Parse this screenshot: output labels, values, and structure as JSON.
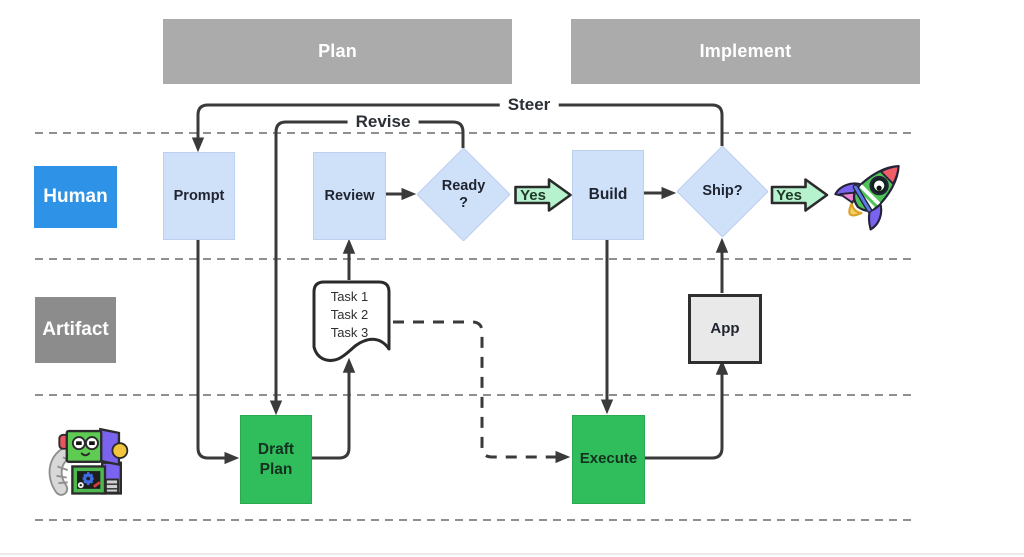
{
  "diagram": {
    "title_hint": "plan-implement agent workflow flowchart",
    "phases": [
      {
        "label": "Plan"
      },
      {
        "label": "Implement"
      }
    ],
    "lanes": {
      "human": {
        "label": "Human"
      },
      "artifact": {
        "label": "Artifact"
      },
      "agent": {
        "icon": "robot-icon"
      }
    },
    "nodes": {
      "prompt": {
        "label": "Prompt",
        "shape": "rect",
        "fill": "#cfe0f9"
      },
      "review": {
        "label": "Review",
        "shape": "rect",
        "fill": "#cfe0f9"
      },
      "ready": {
        "line1": "Ready",
        "line2": "?",
        "shape": "diamond",
        "fill": "#cfe0f9"
      },
      "build": {
        "label": "Build",
        "shape": "rect",
        "fill": "#cfe0f9"
      },
      "ship": {
        "label": "Ship?",
        "shape": "diamond",
        "fill": "#cfe0f9"
      },
      "tasks": {
        "line1": "Task 1",
        "line2": "Task 2",
        "line3": "Task 3",
        "shape": "document",
        "fill": "#ffffff"
      },
      "draft_plan": {
        "label": "Draft Plan",
        "shape": "rect",
        "fill": "#2fbe5b"
      },
      "execute": {
        "label": "Execute",
        "shape": "rect",
        "fill": "#2fbe5b"
      },
      "app": {
        "label": "App",
        "shape": "rect",
        "fill": "#e9e9e9"
      },
      "launch": {
        "icon": "rocket-icon"
      }
    },
    "edges": [
      {
        "from": "ship",
        "to": "prompt",
        "label": "Steer",
        "style": "solid"
      },
      {
        "from": "ready",
        "to": "draft_plan",
        "label": "Revise",
        "style": "solid"
      },
      {
        "from": "prompt",
        "to": "draft_plan",
        "style": "solid"
      },
      {
        "from": "draft_plan",
        "to": "tasks",
        "style": "solid"
      },
      {
        "from": "tasks",
        "to": "review",
        "style": "solid"
      },
      {
        "from": "review",
        "to": "ready",
        "style": "solid"
      },
      {
        "from": "ready",
        "to": "build",
        "label": "Yes",
        "style": "solid"
      },
      {
        "from": "build",
        "to": "ship",
        "style": "solid"
      },
      {
        "from": "build",
        "to": "execute",
        "style": "solid"
      },
      {
        "from": "execute",
        "to": "app",
        "style": "solid"
      },
      {
        "from": "app",
        "to": "ship",
        "style": "solid"
      },
      {
        "from": "tasks",
        "to": "execute",
        "style": "dashed"
      },
      {
        "from": "ship",
        "to": "launch",
        "label": "Yes",
        "style": "solid"
      }
    ],
    "colors": {
      "phase_bar": "#ababab",
      "human_lane_label": "#2e93e6",
      "artifact_lane_label": "#8c8c8c",
      "node_blue": "#cfe0f9",
      "node_green": "#2fbe5b",
      "yes_arrow_fill": "#b5f2cd",
      "connector": "#3a3a3a",
      "lane_divider": "#8f8f8f"
    }
  }
}
